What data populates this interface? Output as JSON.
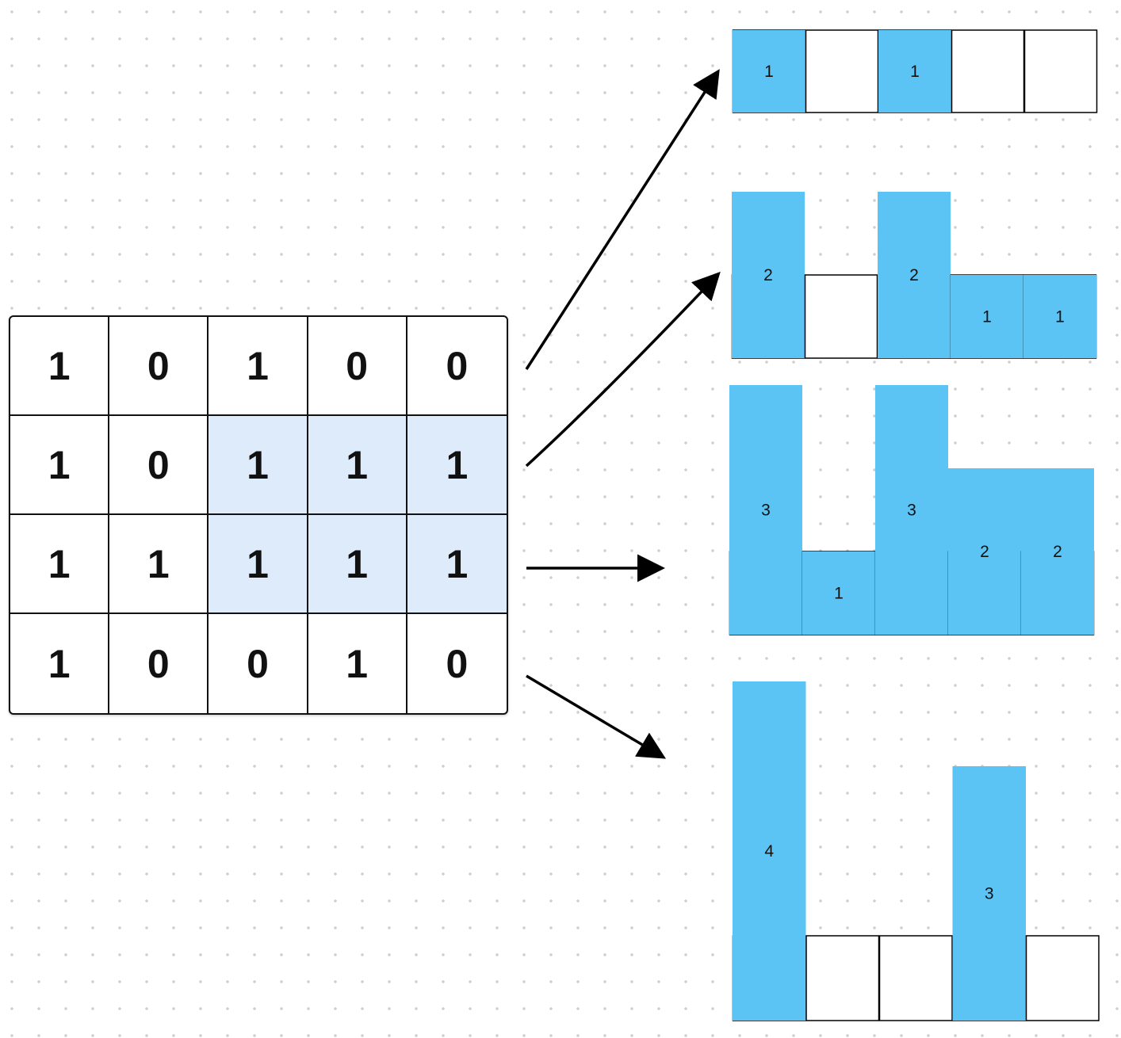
{
  "matrix": {
    "rows": [
      [
        "1",
        "0",
        "1",
        "0",
        "0"
      ],
      [
        "1",
        "0",
        "1",
        "1",
        "1"
      ],
      [
        "1",
        "1",
        "1",
        "1",
        "1"
      ],
      [
        "1",
        "0",
        "0",
        "1",
        "0"
      ]
    ],
    "highlight": {
      "row_start": 1,
      "row_end": 2,
      "col_start": 2,
      "col_end": 4
    },
    "highlight_color": "#deebfb"
  },
  "histograms": [
    {
      "row": 0,
      "heights": [
        1,
        0,
        1,
        0,
        0
      ],
      "labels": [
        "1",
        "",
        "1",
        "",
        ""
      ]
    },
    {
      "row": 1,
      "heights": [
        2,
        0,
        2,
        1,
        1
      ],
      "labels": [
        "2",
        "",
        "2",
        "1",
        "1"
      ]
    },
    {
      "row": 2,
      "heights": [
        3,
        1,
        3,
        2,
        2
      ],
      "labels": [
        "3",
        "1",
        "3",
        "2",
        "2"
      ]
    },
    {
      "row": 3,
      "heights": [
        4,
        0,
        0,
        3,
        0
      ],
      "labels": [
        "4",
        "",
        "",
        "3",
        ""
      ]
    }
  ],
  "colors": {
    "bar": "#5bc4f5",
    "empty": "#ffffff",
    "stroke": "#000000",
    "dot": "#cfcfcf"
  }
}
